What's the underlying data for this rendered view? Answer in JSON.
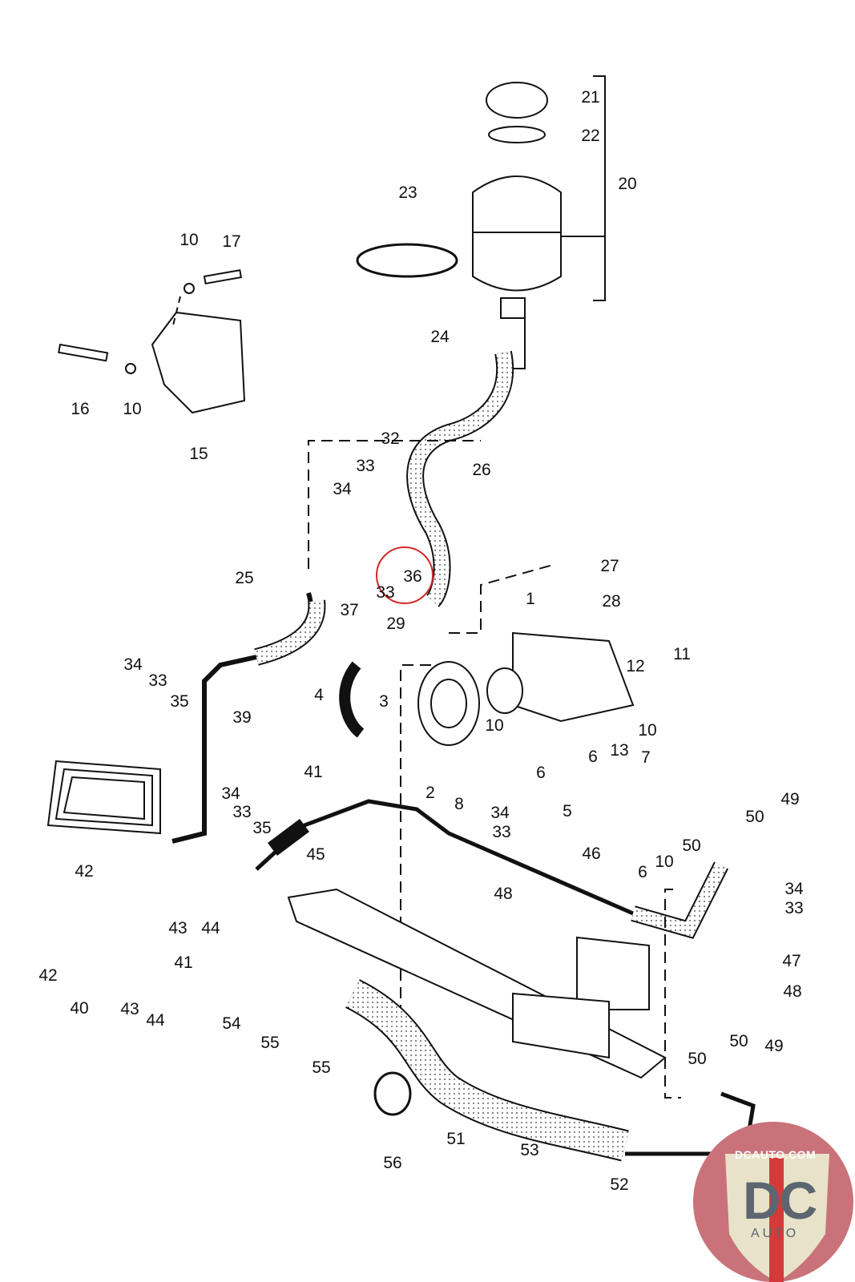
{
  "diagram": {
    "callouts": [
      "21",
      "22",
      "20",
      "23",
      "10",
      "17",
      "24",
      "16",
      "10",
      "15",
      "32",
      "26",
      "33",
      "34",
      "27",
      "25",
      "36",
      "33",
      "37",
      "28",
      "1",
      "29",
      "11",
      "12",
      "34",
      "33",
      "35",
      "39",
      "4",
      "3",
      "10",
      "10",
      "13",
      "6",
      "7",
      "41",
      "6",
      "2",
      "8",
      "5",
      "34",
      "33",
      "35",
      "49",
      "50",
      "34",
      "33",
      "46",
      "45",
      "6",
      "10",
      "50",
      "42",
      "48",
      "34",
      "33",
      "43",
      "44",
      "42",
      "41",
      "47",
      "40",
      "43",
      "44",
      "54",
      "48",
      "55",
      "55",
      "49",
      "50",
      "50",
      "51",
      "56",
      "53",
      "52"
    ],
    "highlighted_callout": "36",
    "highlight_color": "#d42a2a",
    "line_color": "#111111"
  },
  "logo": {
    "url_text": "DCAUTO.COM",
    "main_text": "DC",
    "sub_text": "AUTO",
    "bg_color": "#c9727a",
    "shield_color": "#e8e2c8",
    "stripe_color": "#d43a3a"
  }
}
